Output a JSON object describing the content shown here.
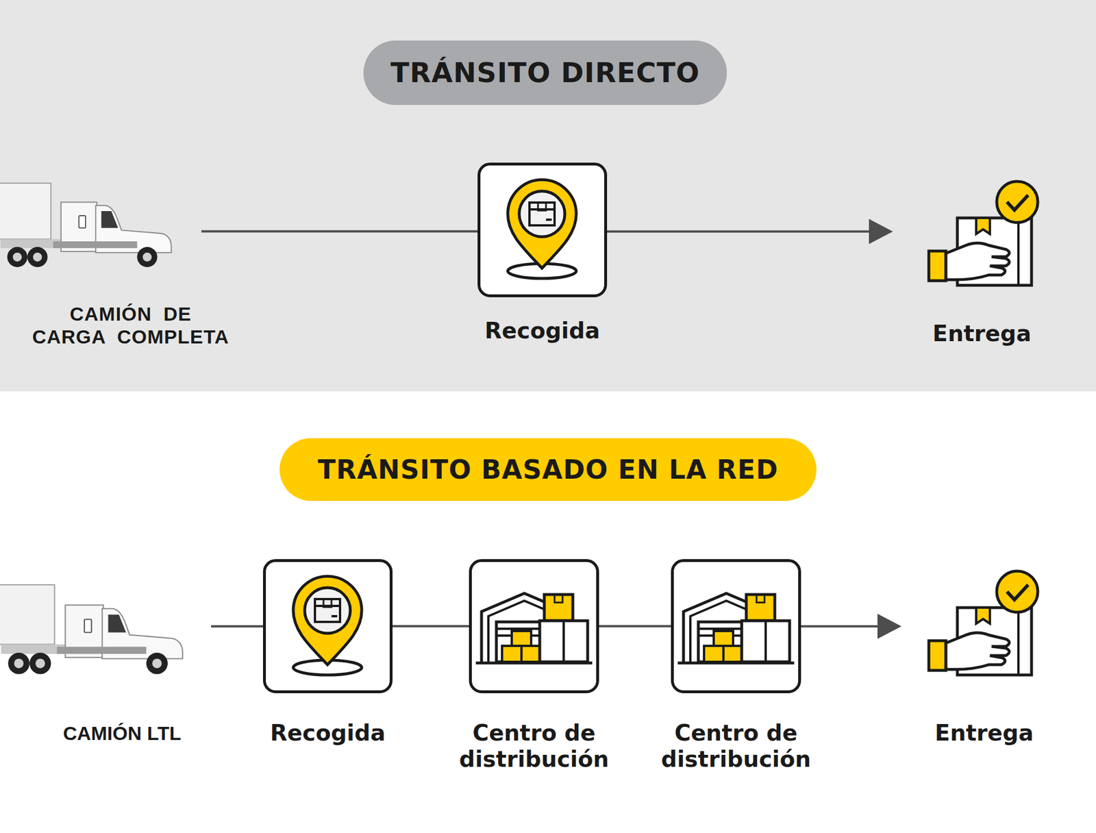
{
  "diagram": {
    "nodes": [
      {
        "text": [
          "TRÁNSITO DIRECTO"
        ]
      },
      {
        "text": [
          "CAMIÓN DE CARGA COMPLETA"
        ]
      },
      {
        "text": [
          "Recogida"
        ]
      },
      {
        "text": [
          "Entrega"
        ]
      },
      {
        "text": [
          "TRÁNSITO BASADO EN LA RED"
        ]
      },
      {
        "text": [
          "CAMIÓN LTL"
        ]
      },
      {
        "text": [
          "Recogida"
        ]
      },
      {
        "text": [
          "Centro de distribución"
        ]
      },
      {
        "text": [
          "Centro de distribución"
        ]
      },
      {
        "text": [
          "Entrega"
        ]
      }
    ],
    "edges": [
      {
        "from": 1,
        "to": 2,
        "arrow": "none"
      },
      {
        "from": 2,
        "to": 3,
        "arrow": "to"
      },
      {
        "from": 5,
        "to": 6,
        "arrow": "none"
      },
      {
        "from": 6,
        "to": 7,
        "arrow": "none"
      },
      {
        "from": 7,
        "to": 8,
        "arrow": "none"
      },
      {
        "from": 8,
        "to": 9,
        "arrow": "to"
      }
    ]
  }
}
